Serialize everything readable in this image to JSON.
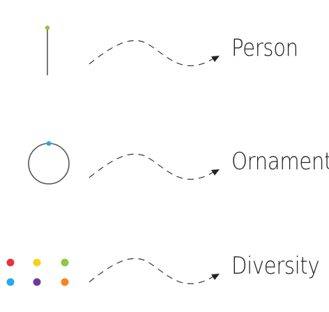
{
  "legend": [
    {
      "id": "person",
      "label": "Person",
      "icon": "person-line-icon",
      "colors": {
        "dot": "#8dc63f",
        "stroke": "#555555"
      }
    },
    {
      "id": "ornament",
      "label": "Ornament",
      "icon": "ornament-ring-icon",
      "colors": {
        "dot": "#29abe2",
        "stroke": "#555555"
      }
    },
    {
      "id": "diversity",
      "label": "Diversity",
      "icon": "diversity-dots-icon",
      "colors": {
        "dots": [
          "#e8343e",
          "#f7d117",
          "#8dc63f",
          "#29abe2",
          "#6a3d9a",
          "#f7851d"
        ]
      }
    }
  ],
  "connector": {
    "style": "dashed-wave-arrow",
    "color": "#333333"
  }
}
